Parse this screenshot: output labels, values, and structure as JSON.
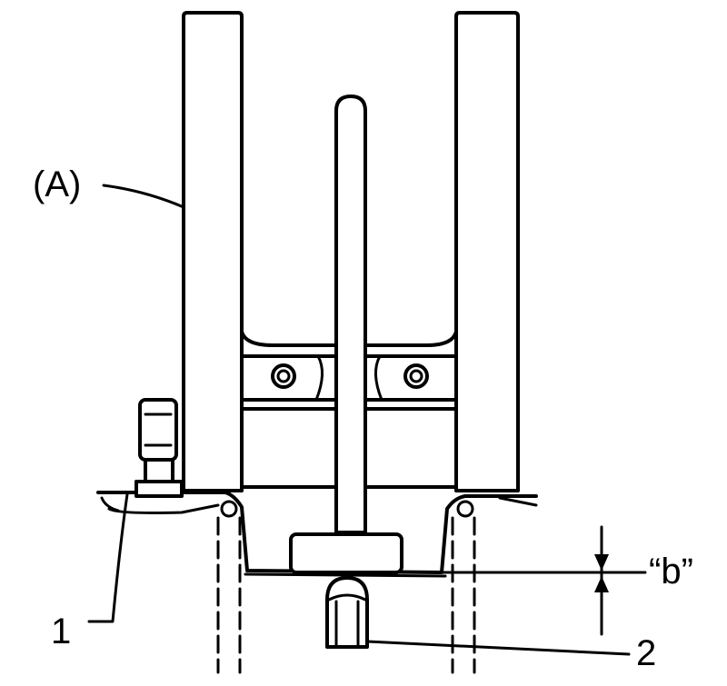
{
  "labels": {
    "tool": "(A)",
    "part1": "1",
    "part2": "2",
    "dimension": "“b”"
  }
}
